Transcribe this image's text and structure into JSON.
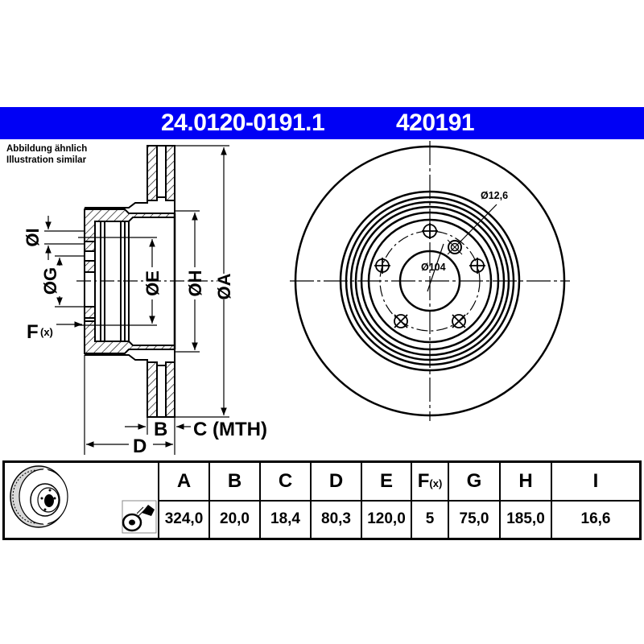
{
  "header": {
    "part_number": "24.0120-0191.1",
    "short_number": "420191",
    "bar_color": "#0000f5"
  },
  "note": {
    "line1": "Abbildung ähnlich",
    "line2": "Illustration similar"
  },
  "cross_section": {
    "labels": {
      "I": "ØI",
      "G": "ØG",
      "E": "ØE",
      "H": "ØH",
      "A": "ØA",
      "F": "F",
      "F_sub": "(x)",
      "B": "B",
      "C": "C (MTH)",
      "D": "D"
    }
  },
  "front_view": {
    "bolt_hole_label": "Ø12,6",
    "pcd_label": "Ø104",
    "bolt_count": 5
  },
  "table": {
    "headers": [
      {
        "key": "A",
        "label": "A"
      },
      {
        "key": "B",
        "label": "B"
      },
      {
        "key": "C",
        "label": "C"
      },
      {
        "key": "D",
        "label": "D"
      },
      {
        "key": "E",
        "label": "E"
      },
      {
        "key": "F",
        "label": "F",
        "sub": "(x)"
      },
      {
        "key": "G",
        "label": "G"
      },
      {
        "key": "H",
        "label": "H"
      },
      {
        "key": "I",
        "label": "I"
      }
    ],
    "values": [
      "324,0",
      "20,0",
      "18,4",
      "80,3",
      "120,0",
      "5",
      "75,0",
      "185,0",
      "16,6"
    ],
    "icons": [
      "brake-disc-illustration",
      "coating-spray-icon"
    ]
  }
}
